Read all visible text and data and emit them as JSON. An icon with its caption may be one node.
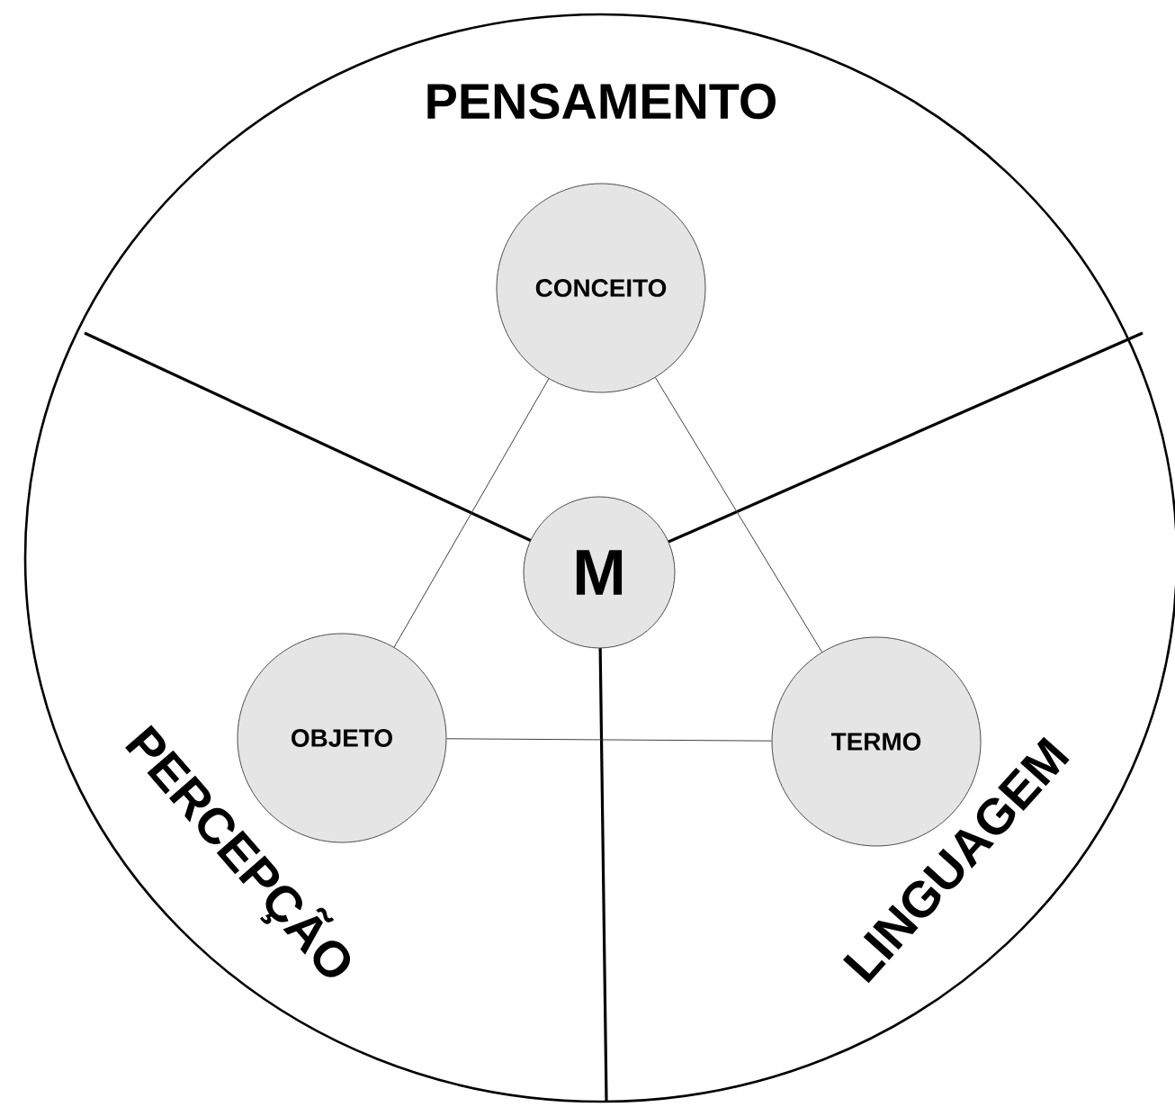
{
  "diagram": {
    "nodes": [
      {
        "text": [
          "CONCEITO"
        ]
      },
      {
        "text": [
          "M"
        ]
      },
      {
        "text": [
          "OBJETO"
        ]
      },
      {
        "text": [
          "TERMO"
        ]
      }
    ],
    "edges": [
      {
        "from": 0,
        "to": 2,
        "arrow": "none"
      },
      {
        "from": 0,
        "to": 3,
        "arrow": "none"
      },
      {
        "from": 2,
        "to": 3,
        "arrow": "none"
      }
    ],
    "labels": [
      "PENSAMENTO",
      "PERCEPÇÃO",
      "LINGUAGEM"
    ]
  }
}
